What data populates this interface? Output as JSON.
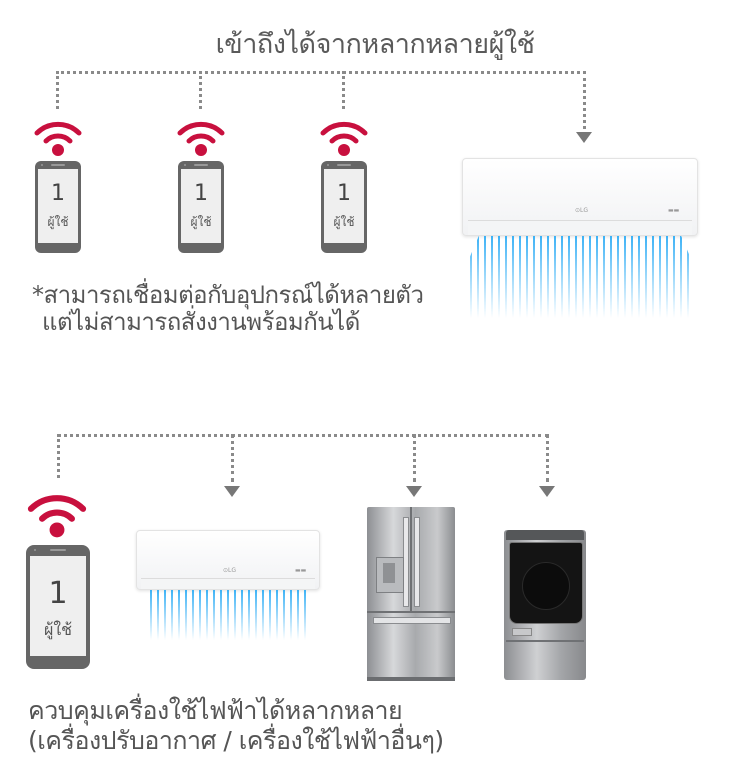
{
  "top_section": {
    "title": "เข้าถึงได้จากหลากหลายผู้ใช้",
    "phones": [
      {
        "count": "1",
        "label": "ผู้ใช้"
      },
      {
        "count": "1",
        "label": "ผู้ใช้"
      },
      {
        "count": "1",
        "label": "ผู้ใช้"
      }
    ],
    "appliance": "air-conditioner",
    "note_line1": "*สามารถเชื่อมต่อกับอุปกรณ์ได้หลายตัว",
    "note_line2": "แต่ไม่สามารถสั่งงานพร้อมกันได้"
  },
  "bottom_section": {
    "phone": {
      "count": "1",
      "label": "ผู้ใช้"
    },
    "appliances": [
      "air-conditioner",
      "refrigerator",
      "washing-machine"
    ],
    "caption_line1": "ควบคุมเครื่องใช้ไฟฟ้าได้หลากหลาย",
    "caption_line2": "(เครื่องปรับอากาศ / เครื่องใช้ไฟฟ้าอื่นๆ)"
  },
  "colors": {
    "wifi": "#c8103e",
    "connector": "#8a8a8a",
    "airflow": "#28aaf5",
    "text": "#555555"
  }
}
